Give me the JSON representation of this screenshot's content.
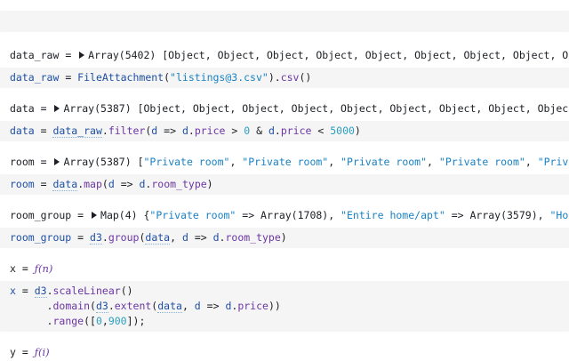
{
  "cells": [
    {
      "output_name": "data_raw",
      "output_value": "Array(5402) [Object, Object, Object, Object, Object, Object, Object, Object, Object,",
      "source": [
        [
          {
            "t": "data_raw",
            "c": "def"
          },
          {
            "t": " = ",
            "c": "kw"
          },
          {
            "t": "FileAttachment",
            "c": "def"
          },
          {
            "t": "(",
            "c": "kw"
          },
          {
            "t": "\"listings@3.csv\"",
            "c": "str"
          },
          {
            "t": ").",
            "c": "kw"
          },
          {
            "t": "csv",
            "c": "prop"
          },
          {
            "t": "()",
            "c": "kw"
          }
        ]
      ]
    },
    {
      "output_name": "data",
      "output_value": "Array(5387) [Object, Object, Object, Object, Object, Object, Object, Object, Object, Obj",
      "source": [
        [
          {
            "t": "data",
            "c": "def"
          },
          {
            "t": " = ",
            "c": "kw"
          },
          {
            "t": "data_raw",
            "c": "ref"
          },
          {
            "t": ".",
            "c": "kw"
          },
          {
            "t": "filter",
            "c": "prop"
          },
          {
            "t": "(",
            "c": "kw"
          },
          {
            "t": "d",
            "c": "def"
          },
          {
            "t": " => ",
            "c": "kw"
          },
          {
            "t": "d",
            "c": "def"
          },
          {
            "t": ".",
            "c": "kw"
          },
          {
            "t": "price",
            "c": "prop"
          },
          {
            "t": " > ",
            "c": "kw"
          },
          {
            "t": "0",
            "c": "num"
          },
          {
            "t": " & ",
            "c": "kw"
          },
          {
            "t": "d",
            "c": "def"
          },
          {
            "t": ".",
            "c": "kw"
          },
          {
            "t": "price",
            "c": "prop"
          },
          {
            "t": " < ",
            "c": "kw"
          },
          {
            "t": "5000",
            "c": "num"
          },
          {
            "t": ")",
            "c": "kw"
          }
        ]
      ]
    },
    {
      "output_name": "room",
      "output_value_parts": [
        {
          "t": "Array(5387) [",
          "c": "kw"
        },
        {
          "t": "\"Private room\"",
          "c": "str"
        },
        {
          "t": ", ",
          "c": "kw"
        },
        {
          "t": "\"Private room\"",
          "c": "str"
        },
        {
          "t": ", ",
          "c": "kw"
        },
        {
          "t": "\"Private room\"",
          "c": "str"
        },
        {
          "t": ", ",
          "c": "kw"
        },
        {
          "t": "\"Private room\"",
          "c": "str"
        },
        {
          "t": ", ",
          "c": "kw"
        },
        {
          "t": "\"Private ro",
          "c": "str"
        }
      ],
      "source": [
        [
          {
            "t": "room",
            "c": "def"
          },
          {
            "t": " = ",
            "c": "kw"
          },
          {
            "t": "data",
            "c": "ref"
          },
          {
            "t": ".",
            "c": "kw"
          },
          {
            "t": "map",
            "c": "prop"
          },
          {
            "t": "(",
            "c": "kw"
          },
          {
            "t": "d",
            "c": "def"
          },
          {
            "t": " => ",
            "c": "kw"
          },
          {
            "t": "d",
            "c": "def"
          },
          {
            "t": ".",
            "c": "kw"
          },
          {
            "t": "room_type",
            "c": "prop"
          },
          {
            "t": ")",
            "c": "kw"
          }
        ]
      ]
    },
    {
      "output_name": "room_group",
      "output_value_parts": [
        {
          "t": "Map(4) {",
          "c": "kw"
        },
        {
          "t": "\"Private room\"",
          "c": "str"
        },
        {
          "t": " => Array(1708), ",
          "c": "kw"
        },
        {
          "t": "\"Entire home/apt\"",
          "c": "str"
        },
        {
          "t": " => Array(3579), ",
          "c": "kw"
        },
        {
          "t": "\"Hotel ro",
          "c": "str"
        }
      ],
      "source": [
        [
          {
            "t": "room_group",
            "c": "def"
          },
          {
            "t": " = ",
            "c": "kw"
          },
          {
            "t": "d3",
            "c": "ref"
          },
          {
            "t": ".",
            "c": "kw"
          },
          {
            "t": "group",
            "c": "prop"
          },
          {
            "t": "(",
            "c": "kw"
          },
          {
            "t": "data",
            "c": "ref"
          },
          {
            "t": ", ",
            "c": "kw"
          },
          {
            "t": "d",
            "c": "def"
          },
          {
            "t": " => ",
            "c": "kw"
          },
          {
            "t": "d",
            "c": "def"
          },
          {
            "t": ".",
            "c": "kw"
          },
          {
            "t": "room_type",
            "c": "prop"
          },
          {
            "t": ")",
            "c": "kw"
          }
        ]
      ]
    },
    {
      "output_name": "x",
      "output_fn": "ƒ(n)",
      "source": [
        [
          {
            "t": "x",
            "c": "def"
          },
          {
            "t": " = ",
            "c": "kw"
          },
          {
            "t": "d3",
            "c": "ref"
          },
          {
            "t": ".",
            "c": "kw"
          },
          {
            "t": "scaleLinear",
            "c": "prop"
          },
          {
            "t": "()",
            "c": "kw"
          }
        ],
        [
          {
            "t": "      .",
            "c": "kw"
          },
          {
            "t": "domain",
            "c": "prop"
          },
          {
            "t": "(",
            "c": "kw"
          },
          {
            "t": "d3",
            "c": "ref"
          },
          {
            "t": ".",
            "c": "kw"
          },
          {
            "t": "extent",
            "c": "prop"
          },
          {
            "t": "(",
            "c": "kw"
          },
          {
            "t": "data",
            "c": "ref"
          },
          {
            "t": ", ",
            "c": "kw"
          },
          {
            "t": "d",
            "c": "def"
          },
          {
            "t": " => ",
            "c": "kw"
          },
          {
            "t": "d",
            "c": "def"
          },
          {
            "t": ".",
            "c": "kw"
          },
          {
            "t": "price",
            "c": "prop"
          },
          {
            "t": "))",
            "c": "kw"
          }
        ],
        [
          {
            "t": "      .",
            "c": "kw"
          },
          {
            "t": "range",
            "c": "prop"
          },
          {
            "t": "([",
            "c": "kw"
          },
          {
            "t": "0",
            "c": "num"
          },
          {
            "t": ",",
            "c": "kw"
          },
          {
            "t": "900",
            "c": "num"
          },
          {
            "t": "]);",
            "c": "kw"
          }
        ]
      ]
    },
    {
      "output_name": "y",
      "output_fn": "ƒ(i)",
      "source": []
    }
  ],
  "colors": {
    "cell_bg": "#f5f5f5",
    "def": "#1e4fa3",
    "prop": "#6b36a3",
    "string": "#1a82c4",
    "number": "#2c9fbf"
  }
}
